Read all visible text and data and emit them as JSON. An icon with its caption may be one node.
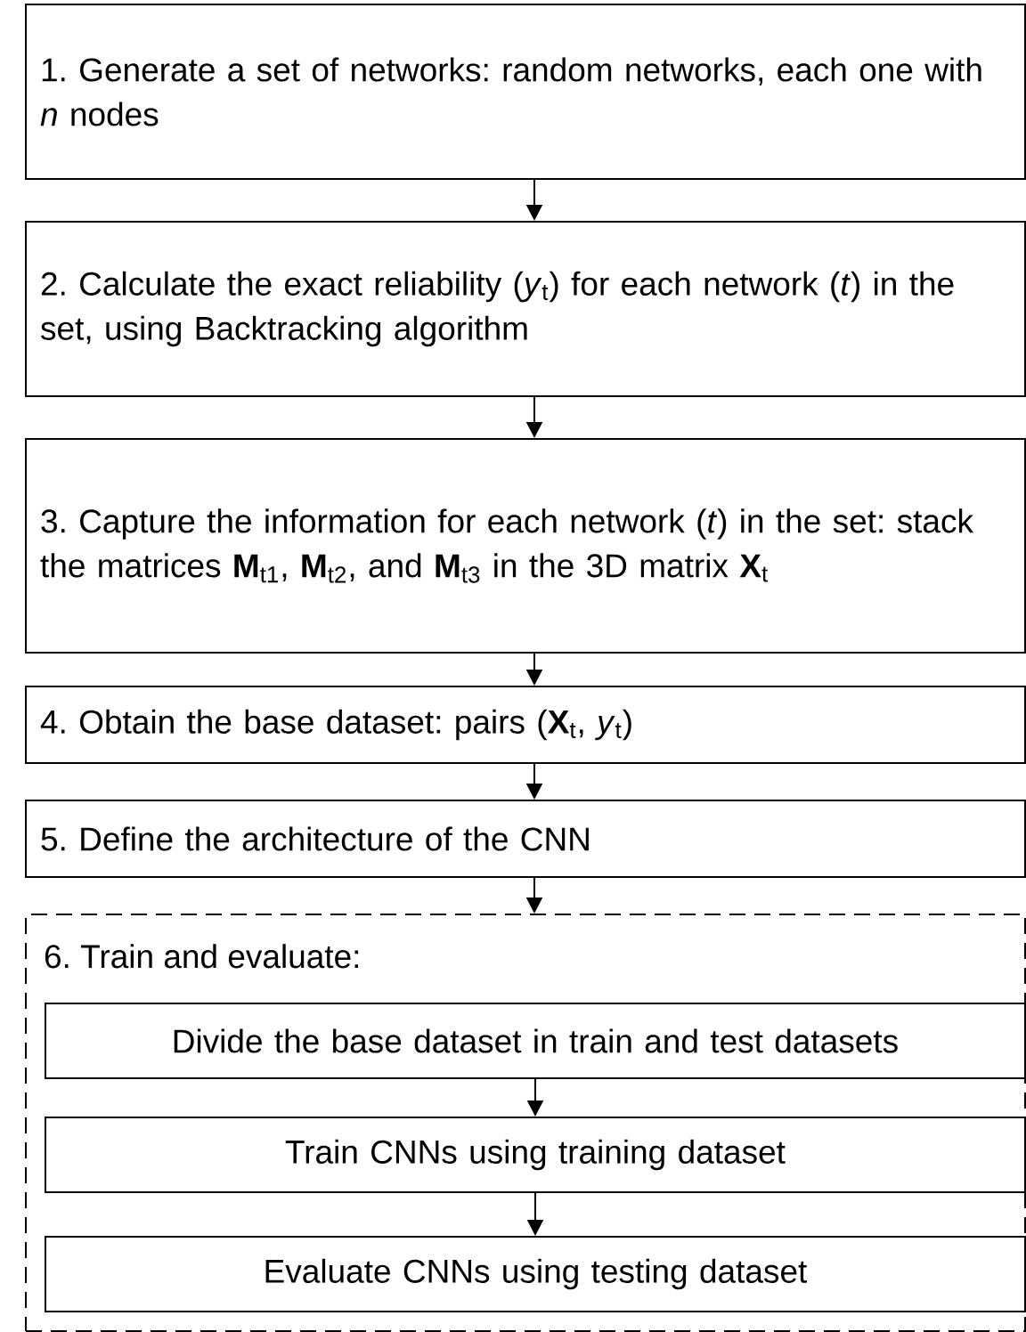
{
  "diagram": {
    "nodes": [
      {
        "text": [
          "1. Generate a set of networks: random networks, each one with *n* nodes"
        ]
      },
      {
        "text": [
          "2. Calculate the exact reliability (*y*$_{t}$) for each network (*t*) in the set, using Backtracking algorithm"
        ]
      },
      {
        "text": [
          "3. Capture the information for each network (*t*) in the set: stack the matrices **M**$_{t1}$, **M**$_{t2}$, and **M**$_{t3}$ in the 3D matrix **X**$_{t}$"
        ]
      },
      {
        "text": [
          "4. Obtain the base dataset: pairs (**X**$_{t}$, *y*$_{t}$)"
        ]
      },
      {
        "text": [
          "5. Define the architecture of the CNN"
        ]
      },
      {
        "text": [
          "6. Train and evaluate:"
        ]
      },
      {
        "text": [
          "Divide the base dataset in train and test datasets"
        ],
        "in": 5
      },
      {
        "text": [
          "Train CNNs using training dataset"
        ],
        "in": 5
      },
      {
        "text": [
          "Evaluate CNNs using testing dataset"
        ],
        "in": 5
      }
    ],
    "edges": [
      {
        "from": 0,
        "to": 1,
        "arrow": "to"
      },
      {
        "from": 1,
        "to": 2,
        "arrow": "to"
      },
      {
        "from": 2,
        "to": 3,
        "arrow": "to"
      },
      {
        "from": 3,
        "to": 4,
        "arrow": "to"
      },
      {
        "from": 4,
        "to": 5,
        "arrow": "to"
      },
      {
        "from": 6,
        "to": 7,
        "arrow": "to"
      },
      {
        "from": 7,
        "to": 8,
        "arrow": "to"
      }
    ]
  }
}
